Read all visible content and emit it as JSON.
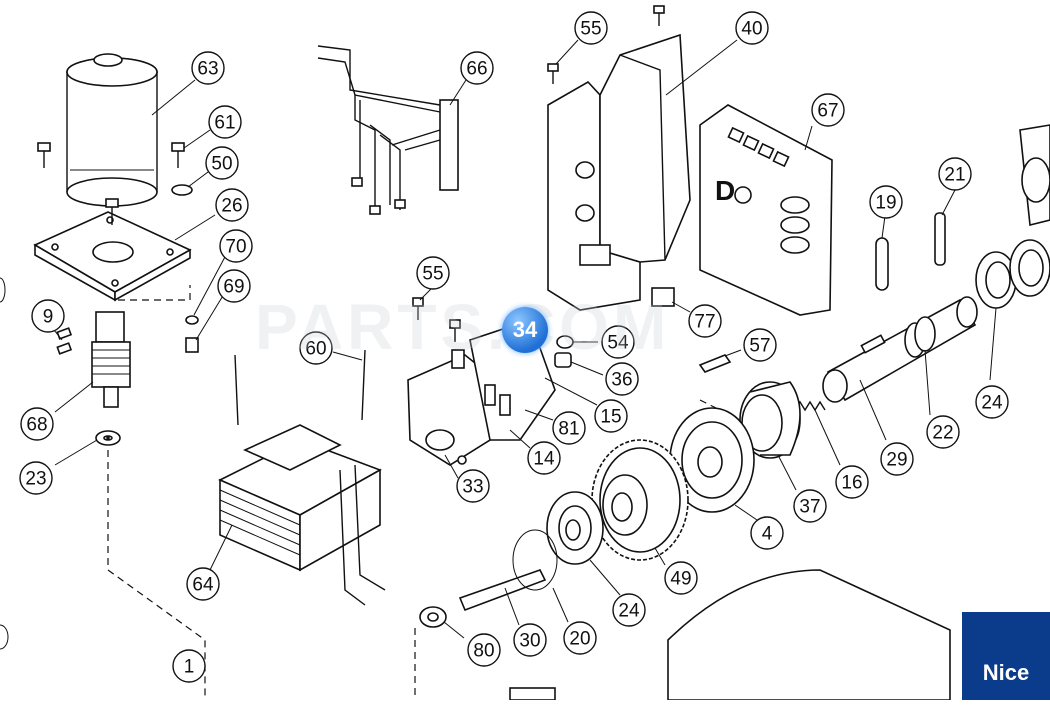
{
  "diagram": {
    "watermark": "PARTS.COM",
    "highlight_label": "34",
    "brand": "Nice",
    "callouts": [
      "63",
      "61",
      "50",
      "26",
      "70",
      "69",
      "9",
      "68",
      "23",
      "66",
      "55",
      "40",
      "67",
      "21",
      "19",
      "24",
      "55",
      "60",
      "54",
      "57",
      "77",
      "36",
      "15",
      "81",
      "14",
      "33",
      "64",
      "16",
      "37",
      "29",
      "22",
      "4",
      "49",
      "24",
      "20",
      "30",
      "80",
      "1"
    ]
  }
}
